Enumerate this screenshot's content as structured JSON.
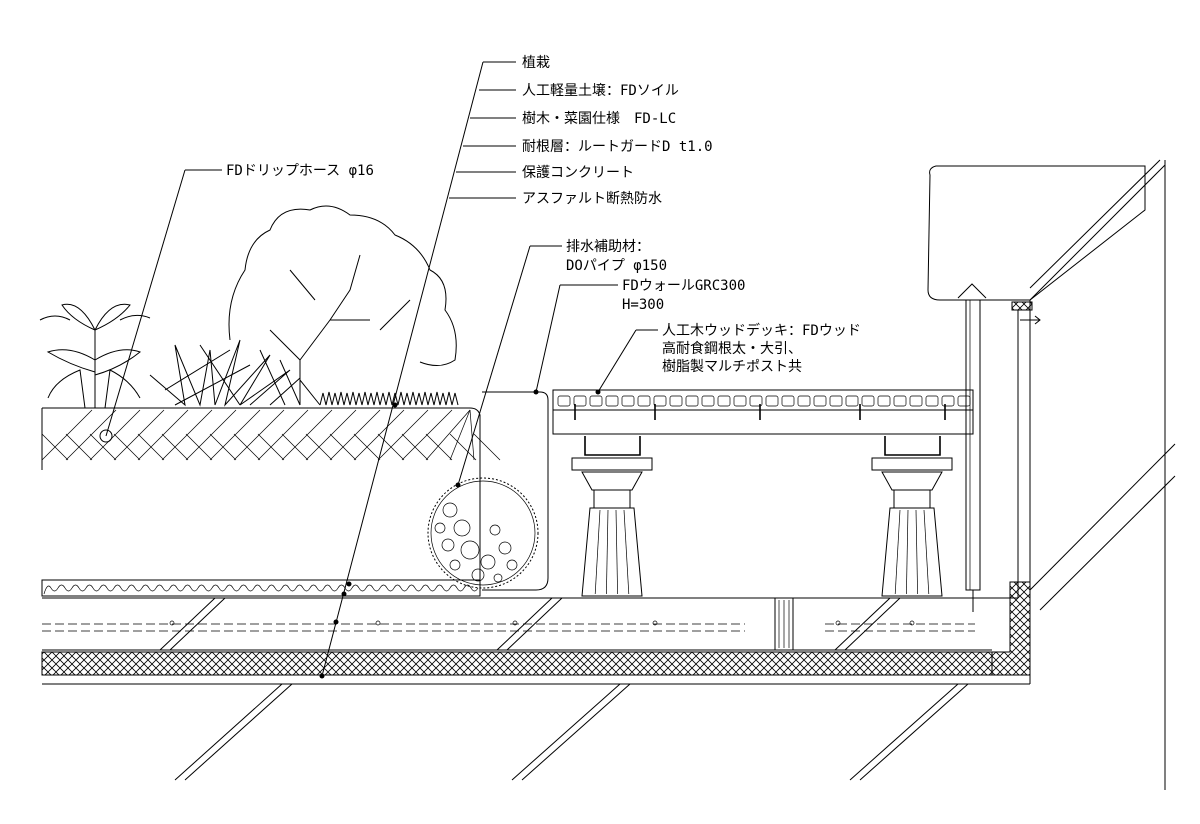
{
  "labels": {
    "planting": "植栽",
    "soil": "人工軽量土壌：FDソイル",
    "spec": "樹木・菜園仕様　FD-LC",
    "root_barrier": "耐根層：ルートガードD t1.0",
    "protect_concrete": "保護コンクリート",
    "waterproof": "アスファルト断熱防水",
    "drip_hose": "FDドリップホース φ16",
    "drain_aid_1": "排水補助材：",
    "drain_aid_2": "DOパイプ φ150",
    "wall_1": "FDウォールGRC300",
    "wall_2": "H=300",
    "deck_1": "人工木ウッドデッキ：FDウッド",
    "deck_2": "高耐食鋼根太・大引、",
    "deck_3": "樹脂製マルチポスト共"
  },
  "colors": {
    "line": "#000000",
    "background": "#ffffff"
  },
  "icons": [
    "plant-icon",
    "tree-icon",
    "grass-icon",
    "drain-pipe-icon"
  ]
}
